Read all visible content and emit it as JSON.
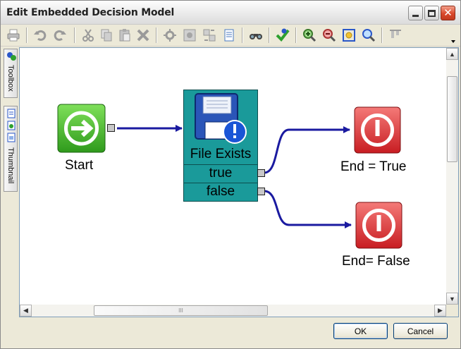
{
  "window": {
    "title": "Edit Embedded Decision Model"
  },
  "title_buttons": {
    "minimize": "minimize",
    "maximize": "maximize",
    "close": "close"
  },
  "toolbar": {
    "items": [
      "print",
      "undo",
      "redo",
      "cut",
      "copy",
      "paste",
      "delete",
      "auto-arrange",
      "group",
      "ungroup",
      "properties",
      "find",
      "validate",
      "zoom-in",
      "zoom-out",
      "fit-to-window",
      "zoom",
      "align-top"
    ]
  },
  "sidebar": {
    "toolbox_label": "Toolbox",
    "thumbnail_label": "Thumbnail"
  },
  "diagram": {
    "start_label": "Start",
    "decision_title": "File Exists",
    "decision_branches": [
      "true",
      "false"
    ],
    "end_true_label": "End = True",
    "end_false_label": "End= False"
  },
  "scrollbar": {
    "grip": "III"
  },
  "buttons": {
    "ok": "OK",
    "cancel": "Cancel"
  },
  "colors": {
    "start_green": "#4cbc2a",
    "decision_teal": "#1a9a9a",
    "end_red": "#d8282c",
    "connector": "#1a1aa0"
  }
}
